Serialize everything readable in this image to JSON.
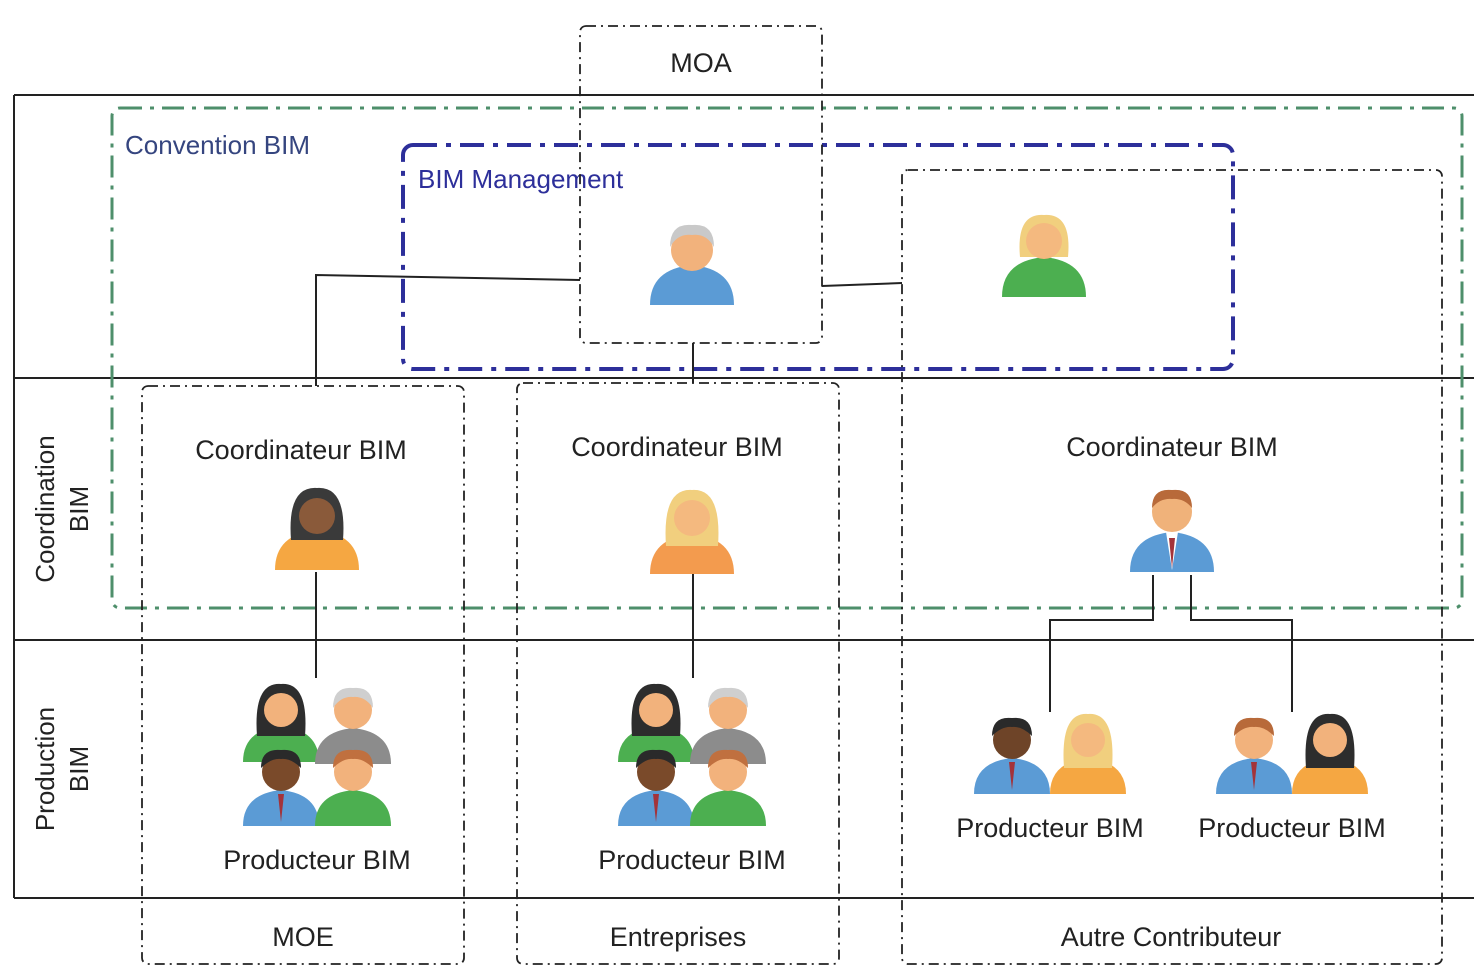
{
  "colors": {
    "convention_border": "#4e8f6b",
    "management_border": "#2d2f9a",
    "convention_text": "#35457f",
    "management_text": "#2d2f9a",
    "org_border": "#222222",
    "lane_border": "#222222",
    "connector": "#222222"
  },
  "lanes": [
    {
      "id": "management",
      "label": ""
    },
    {
      "id": "coordination",
      "label": "Coordination BIM"
    },
    {
      "id": "production",
      "label": "Production BIM"
    }
  ],
  "zones": {
    "convention": {
      "label": "Convention BIM"
    },
    "management": {
      "label": "BIM Management"
    }
  },
  "organizations": [
    {
      "id": "moa",
      "label": "MOA"
    },
    {
      "id": "moe",
      "label": "MOE"
    },
    {
      "id": "entreprises",
      "label": "Entreprises"
    },
    {
      "id": "autre",
      "label": "Autre Contributeur"
    }
  ],
  "roles": {
    "coordinateur_moe": "Coordinateur BIM",
    "coordinateur_entreprises": "Coordinateur BIM",
    "coordinateur_autre": "Coordinateur BIM",
    "producteur_moe": "Producteur BIM",
    "producteur_entreprises": "Producteur BIM",
    "producteur_autre_1": "Producteur BIM",
    "producteur_autre_2": "Producteur BIM"
  },
  "icons": {
    "bim_manager": "user-gray-hair-icon",
    "bim_manager_partner": "user-blonde-green-icon",
    "coordinator_moe": "user-woman-dark-icon",
    "coordinator_entreprises": "user-woman-blonde-icon",
    "coordinator_autre": "user-man-tie-icon",
    "producer_group_moe": "user-group-icon",
    "producer_group_entreprises": "user-group-icon",
    "producer_pair_autre_1": "user-pair-icon",
    "producer_pair_autre_2": "user-pair-icon"
  }
}
